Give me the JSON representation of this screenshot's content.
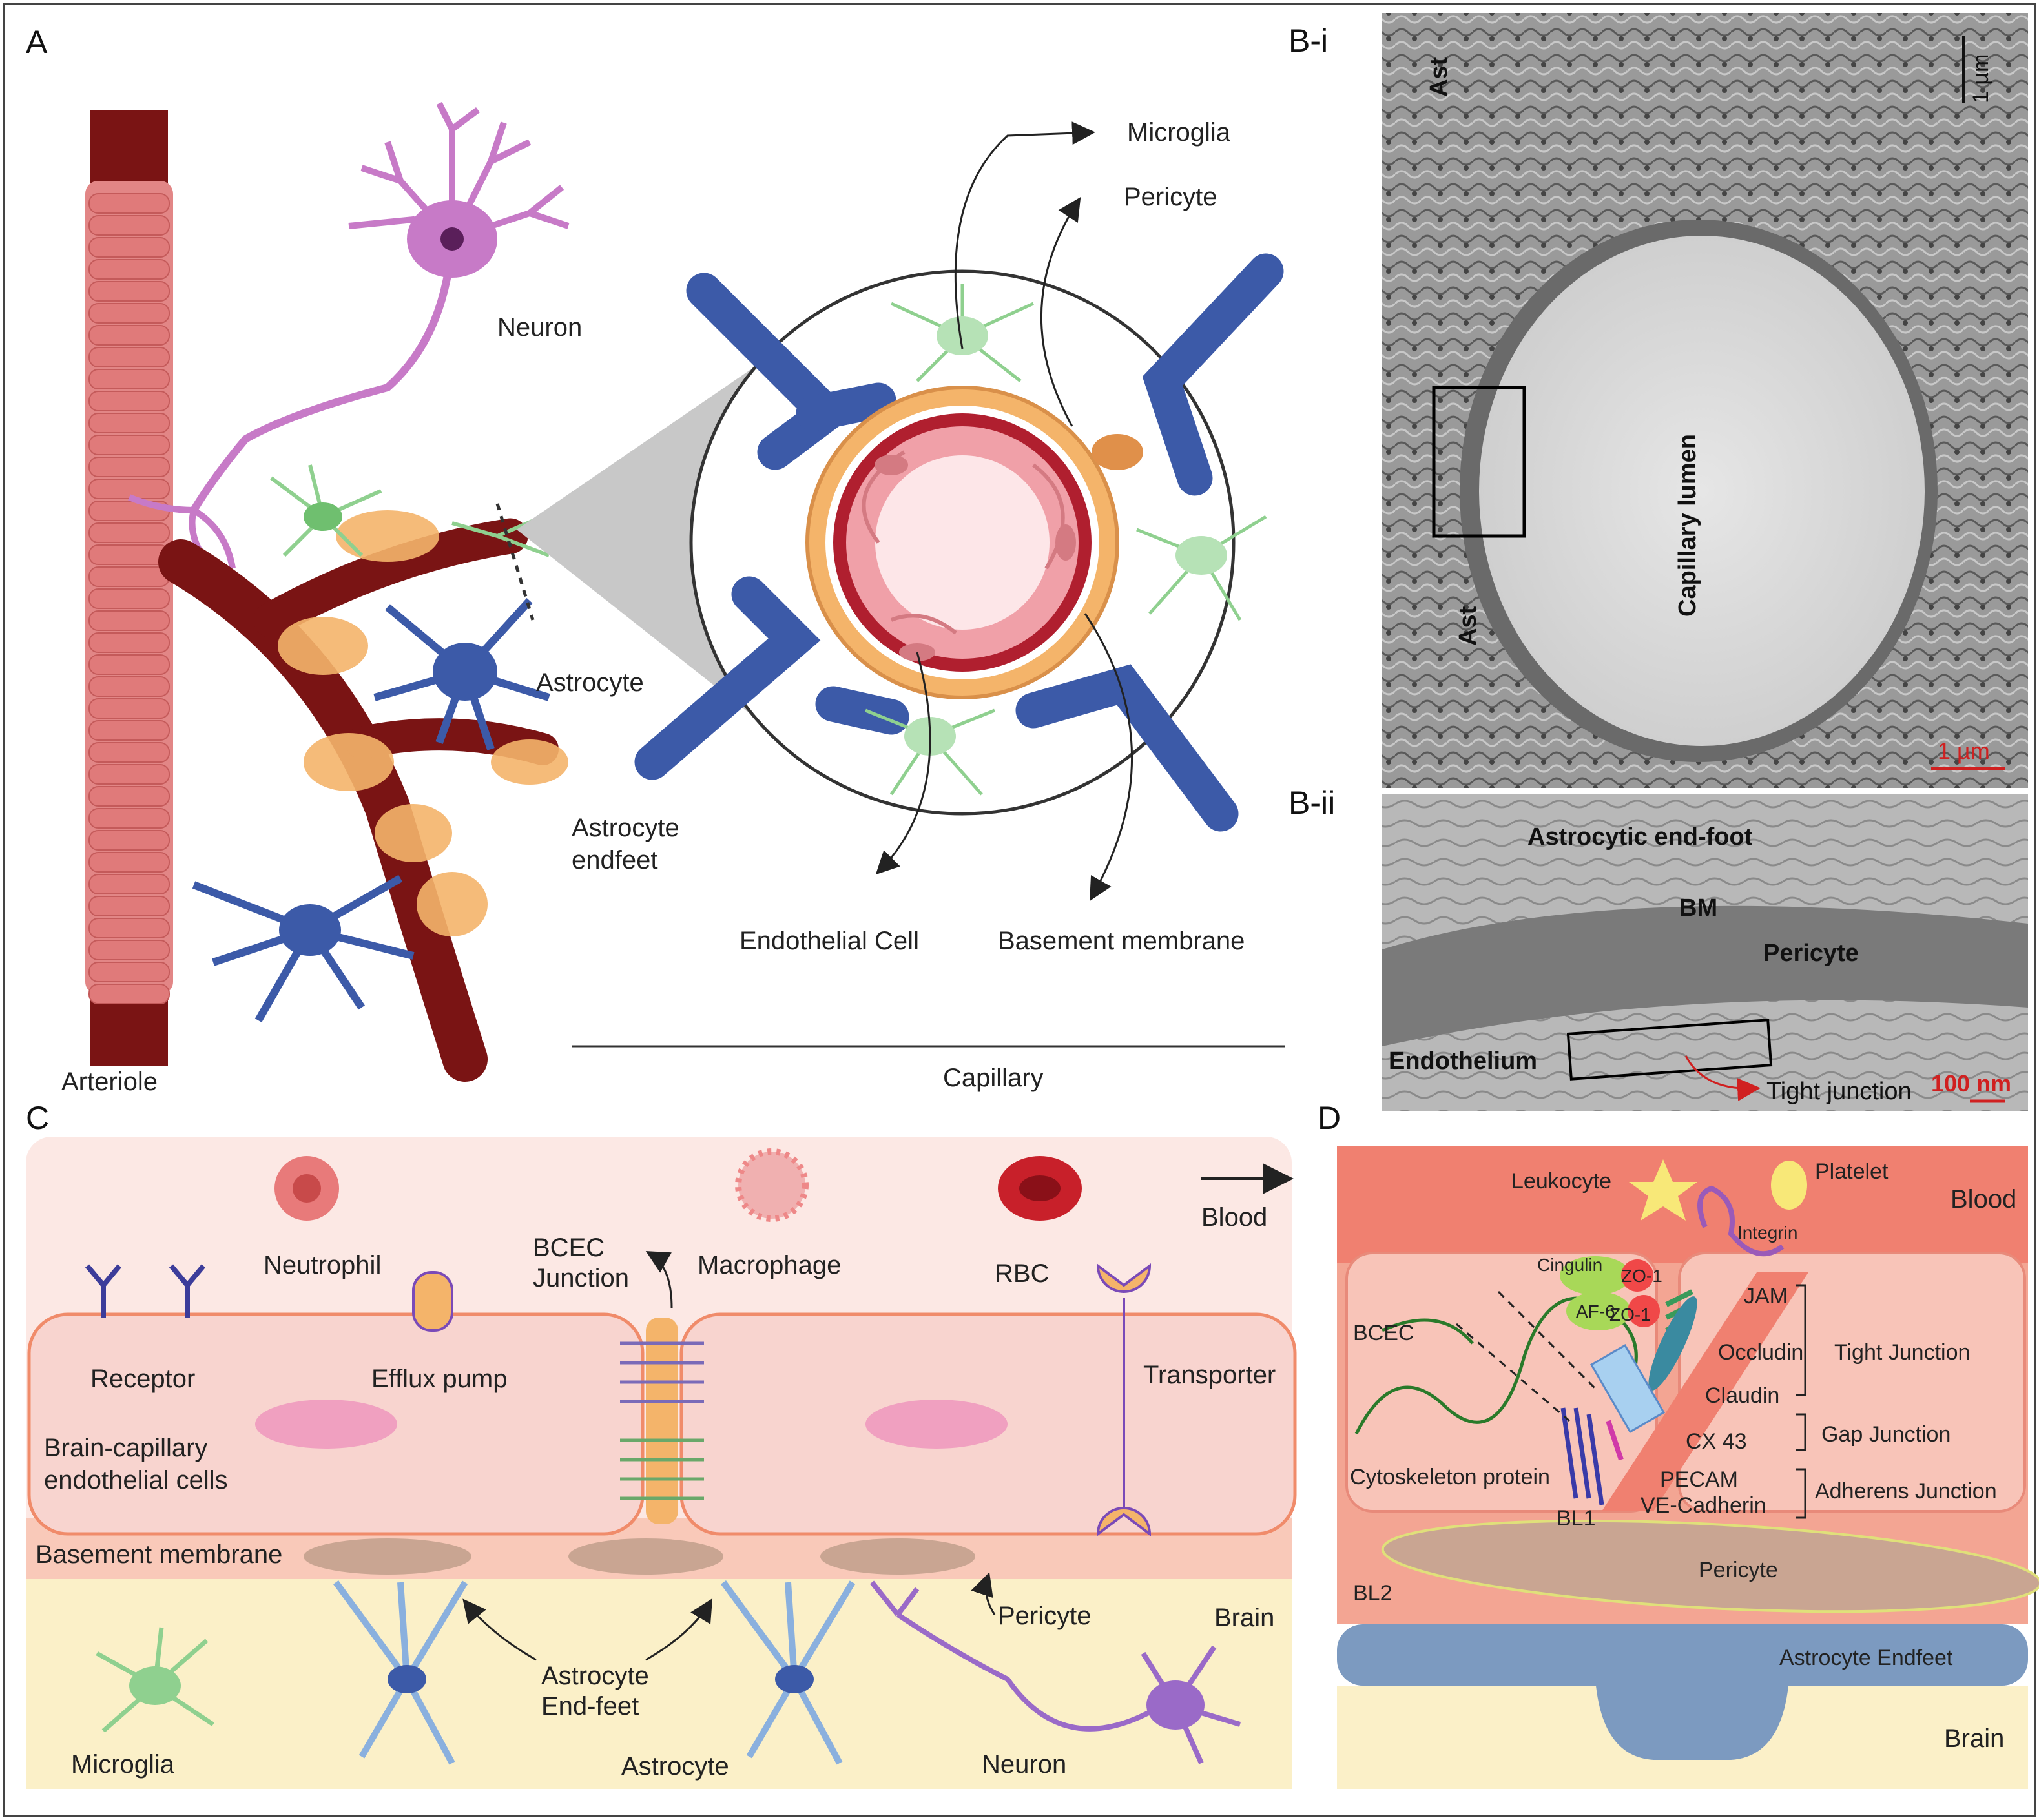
{
  "panels": {
    "a": {
      "label": "A",
      "neuron": "Neuron",
      "astrocyte": "Astrocyte",
      "endfeet_line1": "Astrocyte",
      "endfeet_line2": "endfeet",
      "arteriole": "Arteriole",
      "capillary": "Capillary",
      "microglia": "Microglia",
      "pericyte": "Pericyte",
      "endothelial": "Endothelial Cell",
      "basement": "Basement membrane"
    },
    "bi": {
      "label": "B-i",
      "ast_top": "Ast",
      "ast_left": "Ast",
      "lumen": "Capillary lumen",
      "scale_top": "1 µm",
      "scale_bottom": "1 µm"
    },
    "bii": {
      "label": "B-ii",
      "endfoot": "Astrocytic end-foot",
      "bm": "BM",
      "pericyte": "Pericyte",
      "endothelium": "Endothelium",
      "tight": "Tight junction",
      "scale": "100 nm"
    },
    "c": {
      "label": "C",
      "blood": "Blood",
      "brain": "Brain",
      "neutrophil": "Neutrophil",
      "macrophage": "Macrophage",
      "rbc": "RBC",
      "bcec_line1": "BCEC",
      "bcec_line2": "Junction",
      "receptor": "Receptor",
      "efflux": "Efflux pump",
      "transporter": "Transporter",
      "bcell_line1": "Brain-capillary",
      "bcell_line2": "endothelial cells",
      "basement": "Basement membrane",
      "pericyte": "Pericyte",
      "endfeet_line1": "Astrocyte",
      "endfeet_line2": "End-feet",
      "microglia": "Microglia",
      "astrocyte": "Astrocyte",
      "neuron": "Neuron"
    },
    "d": {
      "label": "D",
      "leukocyte": "Leukocyte",
      "platelet": "Platelet",
      "blood": "Blood",
      "integrin": "Integrin",
      "cingulin": "Cingulin",
      "zo1a": "ZO-1",
      "af6": "AF-6",
      "zo1b": "ZO-1",
      "jam": "JAM",
      "occludin": "Occludin",
      "claudin": "Claudin",
      "tight": "Tight Junction",
      "bcec": "BCEC",
      "cx43": "CX 43",
      "gap": "Gap Junction",
      "cyto": "Cytoskeleton protein",
      "pecam": "PECAM",
      "vecad": "VE-Cadherin",
      "adherens": "Adherens Junction",
      "bl1": "BL1",
      "bl2": "BL2",
      "pericyte": "Pericyte",
      "endfeet": "Astrocyte Endfeet",
      "brain": "Brain"
    }
  },
  "colors": {
    "arteriole": "#7a1414",
    "rbc_stack": "#e07a7a",
    "neuron": "#c77ac7",
    "astrocyte": "#3c5aa8",
    "microglia": "#8fd08f",
    "pericyte": "#f4b46a",
    "endothelial": "#f0a0a8",
    "blood_band": "#f08070",
    "brain_band": "#fbf0c8"
  }
}
